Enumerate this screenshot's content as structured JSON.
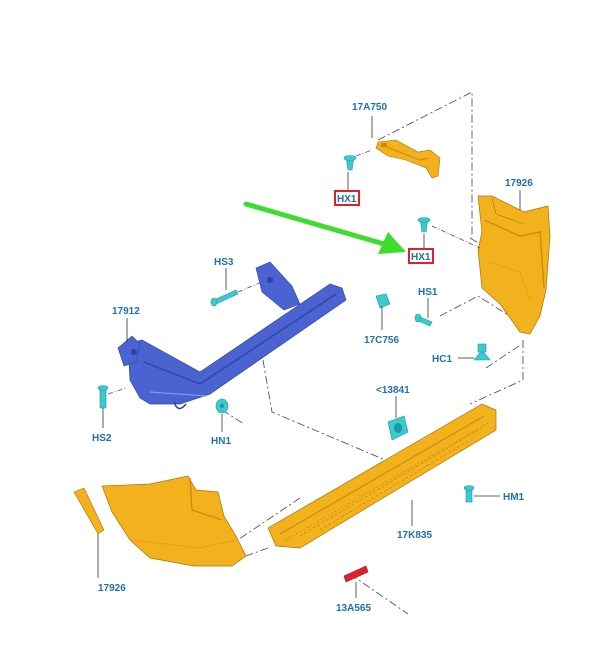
{
  "colors": {
    "callout_text": "#1f6fb4",
    "leader": "#333333",
    "phantom": "#555555",
    "bumper": "#f2b21e",
    "bumper_shade": "#d18a08",
    "beam": "#4a63d0",
    "beam_shade": "#2d45a8",
    "fastener": "#3cc9cf",
    "fastener_shade": "#1b9aa0",
    "highlight_box": "#e0202a",
    "arrow": "#3ddc2e",
    "reflector": "#e0202a"
  },
  "callouts": {
    "p17a750": "17A750",
    "hx1_top": "HX1",
    "p17926_right": "17926",
    "hx1_mid": "HX1",
    "hs3": "HS3",
    "hs1": "HS1",
    "p17912": "17912",
    "p17c756": "17C756",
    "hc1": "HC1",
    "p13841": "<13841",
    "hs2": "HS2",
    "hn1": "HN1",
    "hm1": "HM1",
    "p17k835": "17K835",
    "p17926_left": "17926",
    "p13a565": "13A565"
  },
  "icons": {
    "highlight_arrow": "green-arrow-icon",
    "fastener": "push-pin-clip-icon"
  }
}
